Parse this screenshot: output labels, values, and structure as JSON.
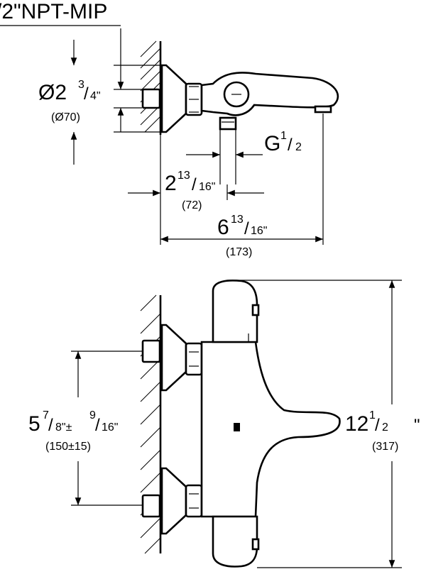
{
  "top_view": {
    "thread_label": "/2\"NPT-MIP",
    "diameter": {
      "main": "Ø2",
      "frac_num": "3",
      "frac_den": "4\"",
      "metric": "(Ø70)"
    },
    "outlet": {
      "main": "G",
      "frac_num": "1",
      "frac_den": "2"
    },
    "depth": {
      "main": "2",
      "frac_num": "13",
      "frac_den": "16\"",
      "metric": "(72)"
    },
    "length": {
      "main": "6",
      "frac_num": "13",
      "frac_den": "16\"",
      "metric": "(173)"
    }
  },
  "front_view": {
    "spacing": {
      "main": "5",
      "frac_num": "7",
      "frac_den": "8\"±",
      "tol_num": "9",
      "tol_den": "16\"",
      "metric": "(150±15)"
    },
    "height": {
      "main": "12",
      "frac_num": "1",
      "frac_den": "2\"",
      "metric": "(317)"
    }
  }
}
